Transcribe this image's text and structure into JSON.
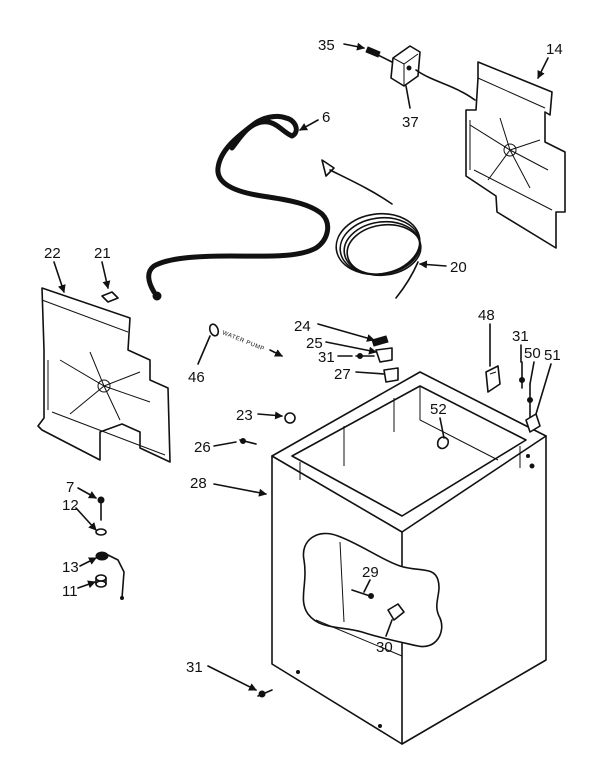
{
  "callouts": {
    "c35": "35",
    "c37": "37",
    "c14": "14",
    "c6": "6",
    "c20": "20",
    "c22": "22",
    "c21": "21",
    "c46": "46",
    "c24": "24",
    "c25": "25",
    "c31a": "31",
    "c27": "27",
    "c48": "48",
    "c31b": "31",
    "c50": "50",
    "c51": "51",
    "c23": "23",
    "c52": "52",
    "c26": "26",
    "c28": "28",
    "c7": "7",
    "c12": "12",
    "c13": "13",
    "c11": "11",
    "c29": "29",
    "c30": "30",
    "c31c": "31"
  },
  "hose_marking": "WATER PUMP"
}
